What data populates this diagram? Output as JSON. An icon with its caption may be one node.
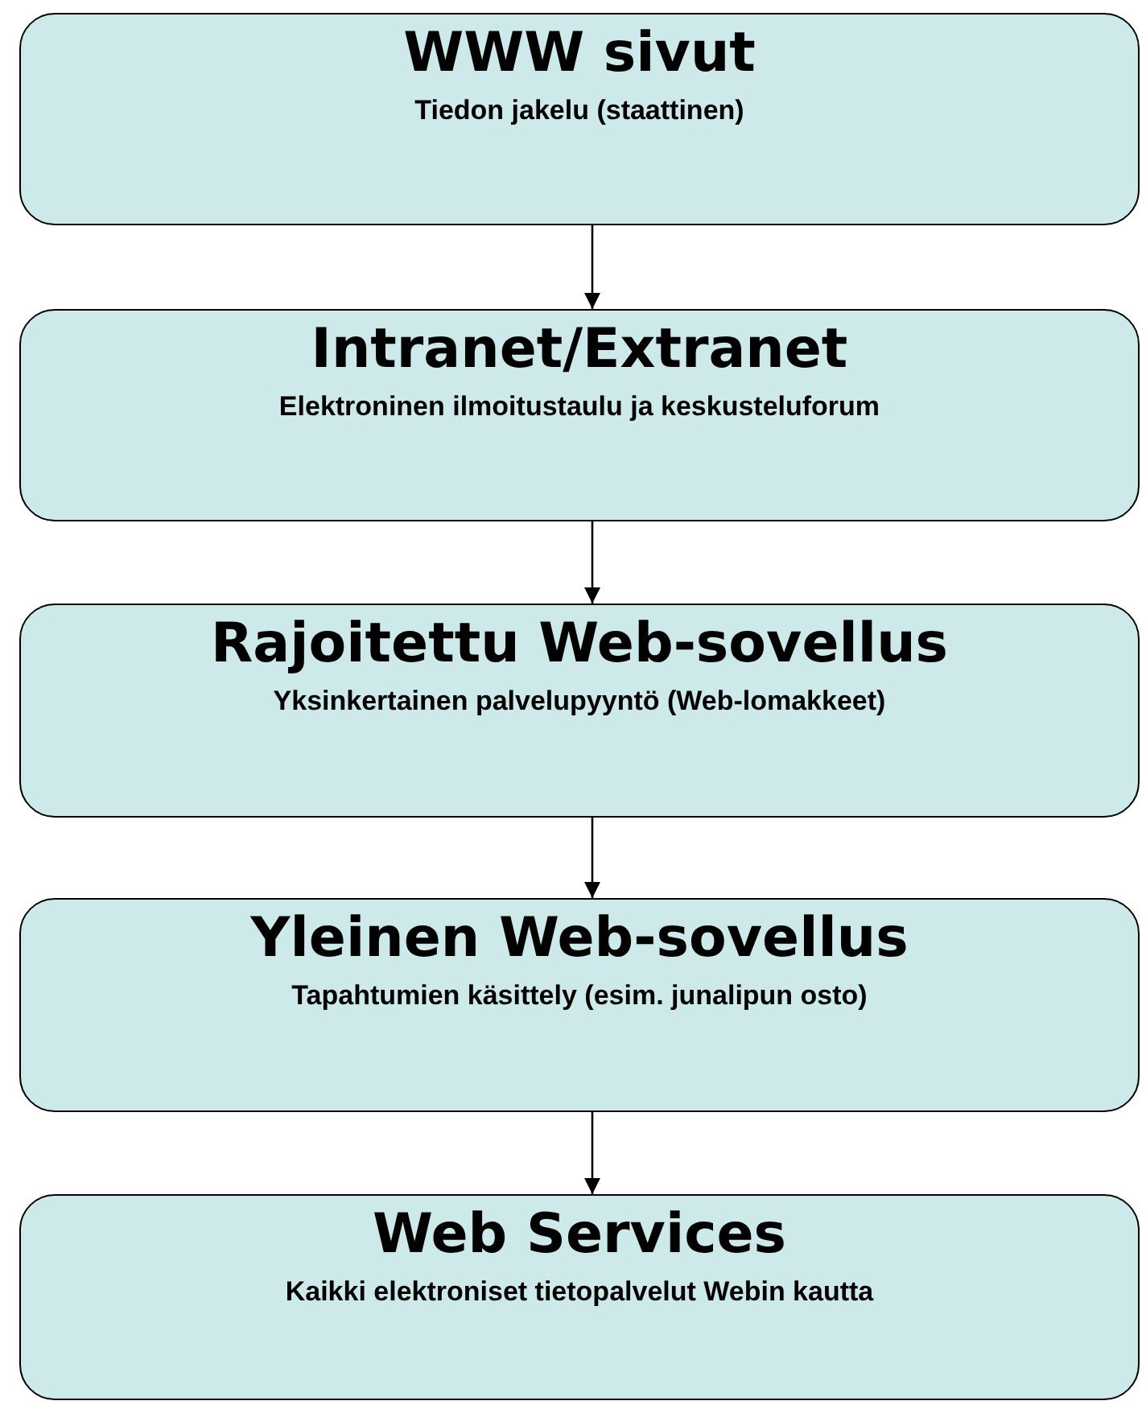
{
  "diagram": {
    "nodes": [
      {
        "text": [
          "WWW sivut",
          "Tiedon jakelu (staattinen)"
        ]
      },
      {
        "text": [
          "Intranet/Extranet",
          "Elektroninen ilmoitustaulu ja keskusteluforum"
        ]
      },
      {
        "text": [
          "Rajoitettu Web-sovellus",
          "Yksinkertainen palvelupyyntö (Web-lomakkeet)"
        ]
      },
      {
        "text": [
          "Yleinen Web-sovellus",
          "Tapahtumien käsittely (esim. junalipun osto)"
        ]
      },
      {
        "text": [
          "Web Services",
          "Kaikki elektroniset tietopalvelut Webin kautta"
        ]
      }
    ],
    "edges": [
      {
        "from": 0,
        "to": 1,
        "arrow": "to"
      },
      {
        "from": 1,
        "to": 2,
        "arrow": "to"
      },
      {
        "from": 2,
        "to": 3,
        "arrow": "to"
      },
      {
        "from": 3,
        "to": 4,
        "arrow": "to"
      }
    ]
  }
}
